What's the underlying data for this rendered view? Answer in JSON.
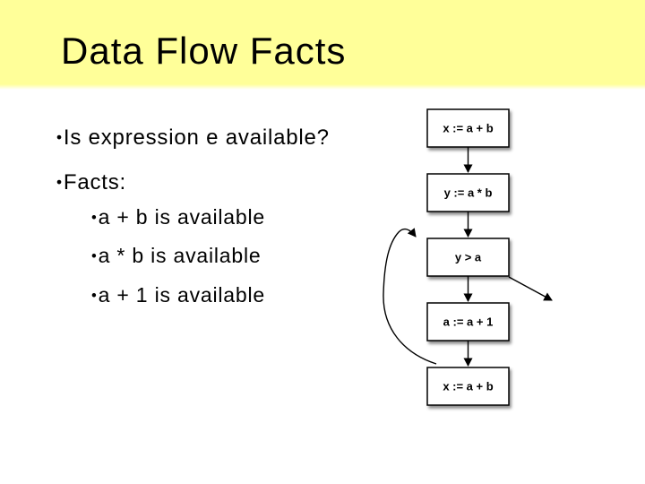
{
  "colors": {
    "header_bg": "#FFFF99",
    "body_bg": "#FFFFFF",
    "title_color": "#000000",
    "text_color": "#000000",
    "node_fill": "#FFFFFF",
    "node_stroke": "#000000"
  },
  "slide": {
    "title": "Data Flow Facts",
    "bullet_char": "•",
    "bullets": [
      {
        "level": 1,
        "label": "Is expression e available?"
      },
      {
        "level": 1,
        "label": "Facts:"
      },
      {
        "level": 2,
        "label": "a + b is available"
      },
      {
        "level": 2,
        "label": "a * b is available"
      },
      {
        "level": 2,
        "label": "a + 1 is available"
      }
    ]
  },
  "flowchart": {
    "nodes": [
      {
        "label": "x := a + b"
      },
      {
        "label": "y := a * b"
      },
      {
        "label": "y > a"
      },
      {
        "label": "a := a + 1"
      },
      {
        "label": "x := a + b"
      }
    ],
    "edges": [
      {
        "from": "node-1",
        "to": "node-2"
      },
      {
        "from": "node-2",
        "to": "node-3"
      },
      {
        "from": "node-3",
        "to": "node-4"
      },
      {
        "from": "node-4",
        "to": "node-5"
      },
      {
        "from": "node-5",
        "to": "node-3",
        "kind": "loop-back"
      },
      {
        "from": "node-3",
        "to": "exit",
        "kind": "exit"
      }
    ]
  }
}
